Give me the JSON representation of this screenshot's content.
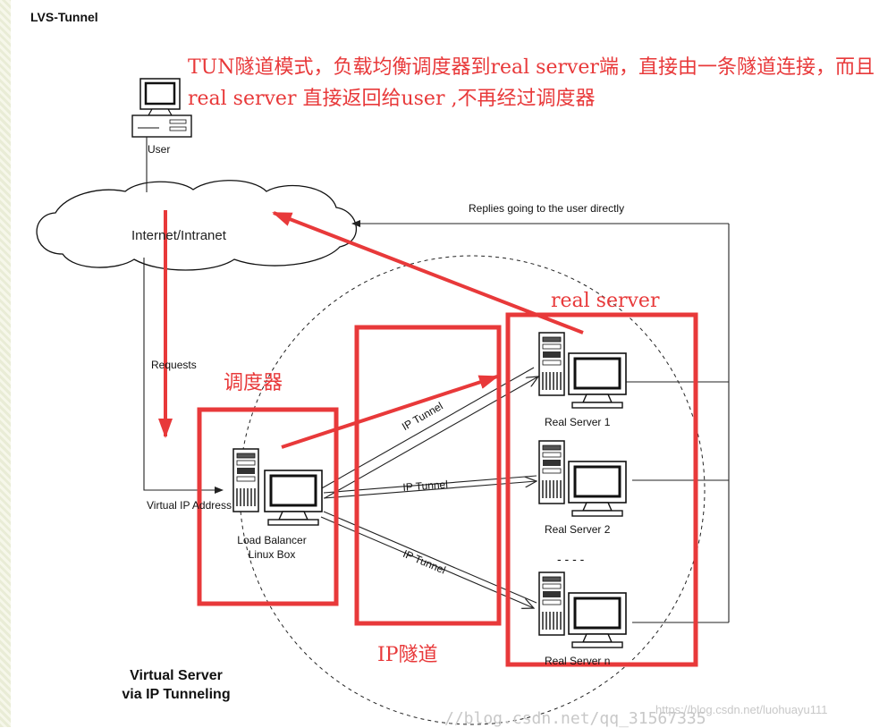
{
  "title": "LVS-Tunnel",
  "annotation_cn": "TUN隧道模式，负载均衡调度器到real server端，直接由一条隧道连接，而且real server 直接返回给user ,不再经过调度器",
  "nodes": {
    "user": "User",
    "internet": "Internet/Intranet",
    "load_balancer": [
      "Load Balancer",
      "Linux Box"
    ],
    "real_servers": [
      "Real Server 1",
      "Real Server 2",
      "Real Server n"
    ],
    "ellipsis": "- - - -"
  },
  "edges": {
    "requests": "Requests",
    "replies": "Replies going to the user directly",
    "virtual_ip": "Virtual IP Address",
    "ip_tunnel": "IP Tunnel"
  },
  "annotations": {
    "scheduler": "调度器",
    "tunnel": "IP隧道",
    "real_server": "real server"
  },
  "caption": [
    "Virtual Server",
    "via IP Tunneling"
  ],
  "watermark": {
    "blog": "//blog.csdn.net/qq_31567335",
    "blog2": "https://blog.csdn.net/luohuayu111"
  },
  "colors": {
    "annotation_red": "#e8393a",
    "line": "#222222"
  }
}
